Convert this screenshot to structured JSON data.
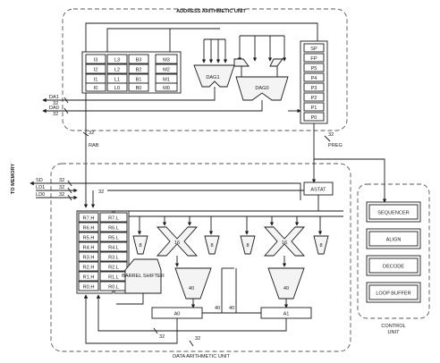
{
  "address_unit": {
    "title": "ADDRESS ARITHMETIC UNIT",
    "regs": [
      [
        "I3",
        "L3",
        "B3",
        "M3"
      ],
      [
        "I2",
        "L2",
        "B2",
        "M2"
      ],
      [
        "I1",
        "L1",
        "B1",
        "M1"
      ],
      [
        "I0",
        "L0",
        "B0",
        "M0"
      ]
    ],
    "dag1": "DAG1",
    "dag0": "DAG0",
    "pointer_regs": [
      "SP",
      "FP",
      "P5",
      "P4",
      "P3",
      "P2",
      "P1",
      "P0"
    ]
  },
  "buses": {
    "da1": "DA1",
    "da0": "DA0",
    "w32": "32",
    "rab": "RAB",
    "preg": "PREG",
    "to_memory": "TO MEMORY",
    "sd": "SD",
    "ld1": "LD1",
    "ld0": "LD0",
    "w40": "40",
    "w16": "16",
    "w8": "8"
  },
  "data_unit": {
    "astat": "ASTAT",
    "regs_h": [
      "R7.H",
      "R6.H",
      "R5.H",
      "R4.H",
      "R3.H",
      "R2.H",
      "R1.H",
      "R0.H"
    ],
    "regs_l": [
      "R7.L",
      "R6.L",
      "R5.L",
      "R4.L",
      "R3.L",
      "R2.L",
      "R1.L",
      "R0.L"
    ],
    "barrel_shifter": "BARREL SHIFTER",
    "acc0": "A0",
    "acc1": "A1",
    "caption": "DATA ARITHMETIC UNIT"
  },
  "control_unit": {
    "blocks": [
      "SEQUENCER",
      "ALIGN",
      "DECODE",
      "LOOP BUFFER"
    ],
    "caption_line1": "CONTROL",
    "caption_line2": "UNIT"
  }
}
